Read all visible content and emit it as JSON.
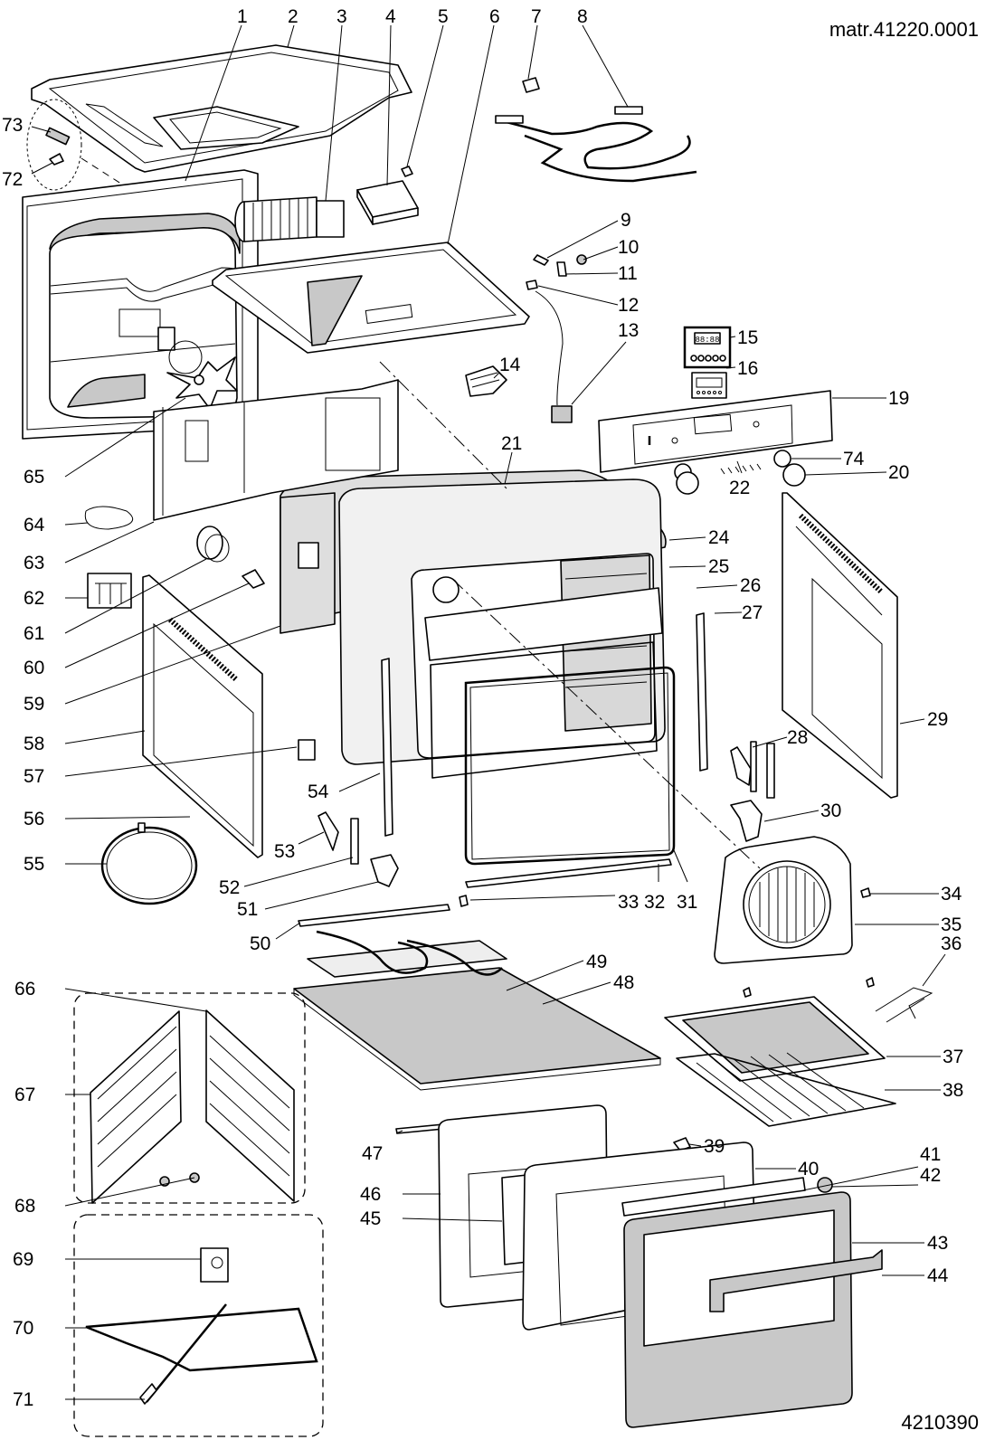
{
  "header": {
    "material_code": "matr.41220.0001",
    "drawing_number": "4210390"
  },
  "parts": {
    "p1": "1",
    "p2": "2",
    "p3": "3",
    "p4": "4",
    "p5": "5",
    "p6": "6",
    "p7": "7",
    "p8": "8",
    "p9": "9",
    "p10": "10",
    "p11": "11",
    "p12": "12",
    "p13": "13",
    "p14": "14",
    "p15": "15",
    "p16": "16",
    "p19": "19",
    "p20": "20",
    "p21": "21",
    "p22": "22",
    "p24": "24",
    "p25": "25",
    "p26": "26",
    "p27": "27",
    "p28": "28",
    "p29": "29",
    "p30": "30",
    "p31": "31",
    "p32": "32",
    "p33": "33",
    "p34": "34",
    "p35": "35",
    "p36": "36",
    "p37": "37",
    "p38": "38",
    "p39": "39",
    "p40": "40",
    "p41": "41",
    "p42": "42",
    "p43": "43",
    "p44": "44",
    "p45": "45",
    "p46": "46",
    "p47": "47",
    "p48": "48",
    "p49": "49",
    "p50": "50",
    "p51": "51",
    "p52": "52",
    "p53": "53",
    "p54": "54",
    "p55": "55",
    "p56": "56",
    "p57": "57",
    "p58": "58",
    "p59": "59",
    "p60": "60",
    "p61": "61",
    "p62": "62",
    "p63": "63",
    "p64": "64",
    "p65": "65",
    "p66": "66",
    "p67": "67",
    "p68": "68",
    "p69": "69",
    "p70": "70",
    "p71": "71",
    "p72": "72",
    "p73": "73",
    "p74": "74"
  },
  "timer_display": "88:88"
}
